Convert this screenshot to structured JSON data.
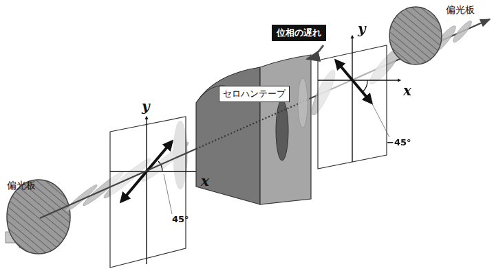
{
  "diagram": {
    "nodes": [
      {
        "text": [
          "セロハンテープ"
        ]
      },
      {
        "text": [
          "位相の遅れ"
        ]
      }
    ],
    "labels": [
      "偏光板",
      "y",
      "x",
      "45°",
      "偏光板",
      "y",
      "x",
      "−45°"
    ]
  }
}
